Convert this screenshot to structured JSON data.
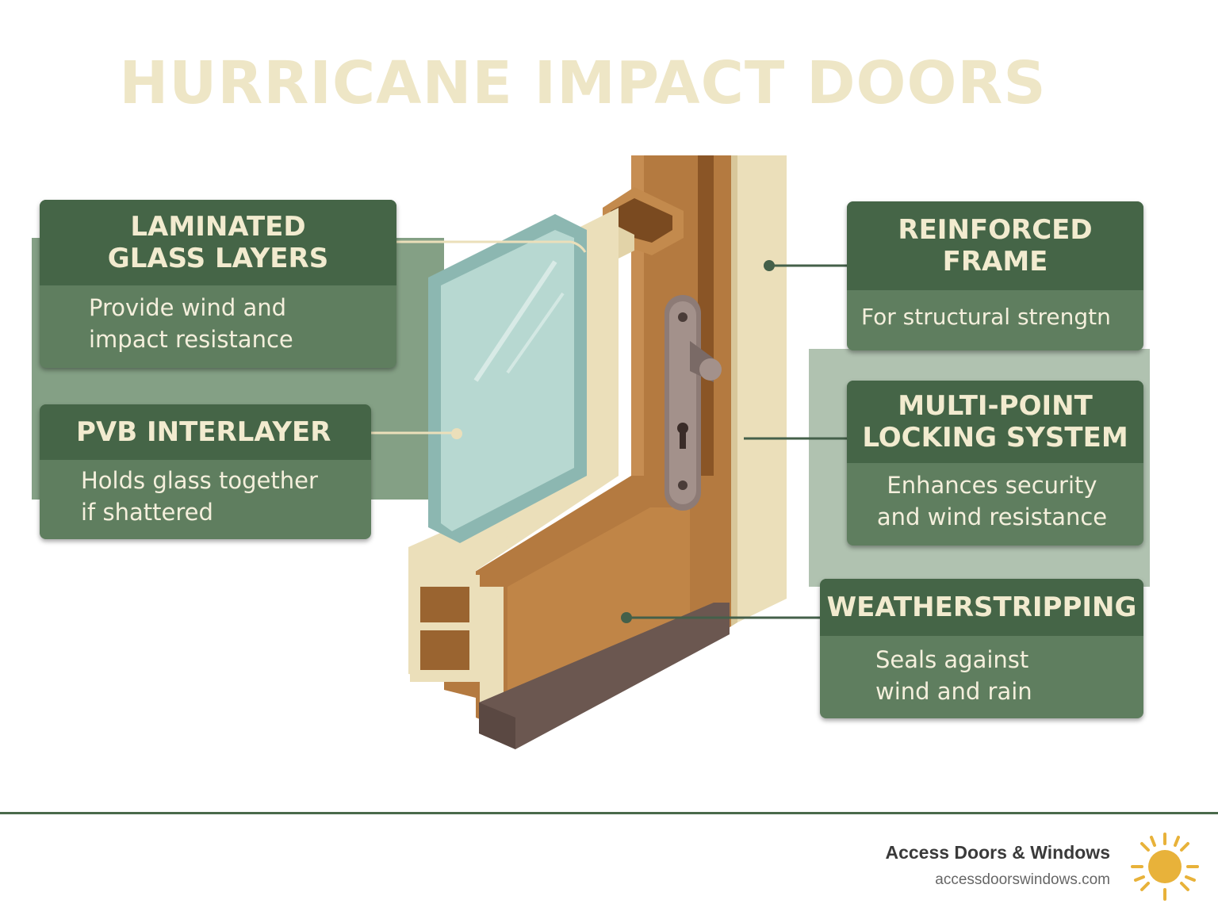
{
  "title": "HURRICANE IMPACT DOORS",
  "cards": {
    "laminated": {
      "heading": "LAMINATED GLASS LAYERS",
      "text": "Provide wind and impact resistance"
    },
    "pvb": {
      "heading": "PVB INTERLAYER",
      "text": "Holds glass together if shattered"
    },
    "frame": {
      "heading": "REINFORCED FRAME",
      "text": "For structural strengtn"
    },
    "locking": {
      "heading": "MULTI-POINT LOCKING SYSTEM",
      "text": "Enhances security and wind resistance"
    },
    "weather": {
      "heading": "WEATHERSTRIPPING",
      "text": "Seals against wind and rain"
    }
  },
  "brand": {
    "name": "Access Doors & Windows",
    "url": "accessdoorswindows.com"
  },
  "colors": {
    "title": "#eee6c6",
    "card_header": "#456547",
    "card_body": "#5f7e5f",
    "frame_wood": "#b5793f",
    "glass": "#a9cdc6",
    "sun": "#e8b23a"
  }
}
